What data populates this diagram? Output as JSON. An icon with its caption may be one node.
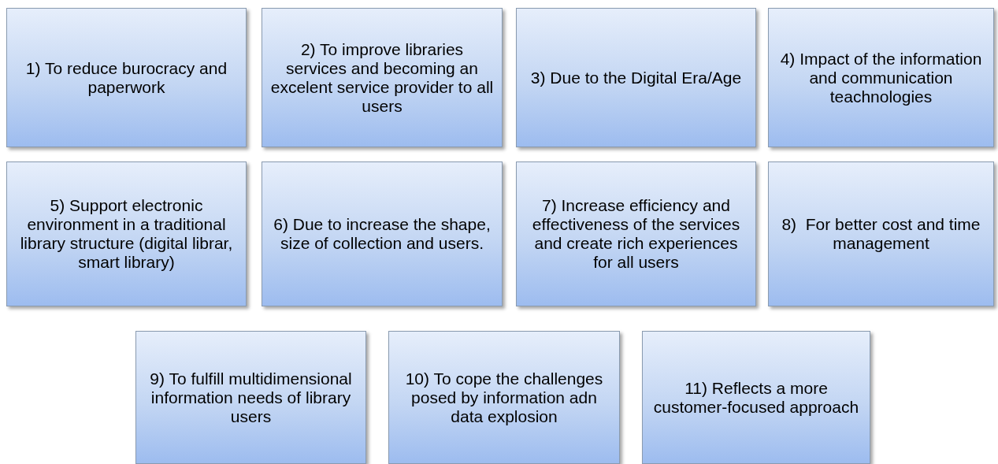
{
  "diagram": {
    "nodes": [
      {
        "text": [
          "1) To reduce burocracy and paperwork"
        ]
      },
      {
        "text": [
          "2) To improve libraries services and becoming an excelent service provider to all users"
        ]
      },
      {
        "text": [
          "3) Due to the Digital Era/Age"
        ]
      },
      {
        "text": [
          "4) Impact of the information and communication teachnologies"
        ]
      },
      {
        "text": [
          "5) Support electronic environment in a traditional library structure (digital librar, smart library)"
        ]
      },
      {
        "text": [
          "6) Due to increase the shape, size of collection and users."
        ]
      },
      {
        "text": [
          "7) Increase efficiency and effectiveness of the services and create rich experiences for all users"
        ]
      },
      {
        "text": [
          "8)  For better cost and time management"
        ]
      },
      {
        "text": [
          "9) To fulfill multidimensional information needs of library users"
        ]
      },
      {
        "text": [
          "10) To cope the challenges posed by information adn data explosion"
        ]
      },
      {
        "text": [
          "11) Reflects a more customer-focused approach"
        ]
      }
    ]
  }
}
